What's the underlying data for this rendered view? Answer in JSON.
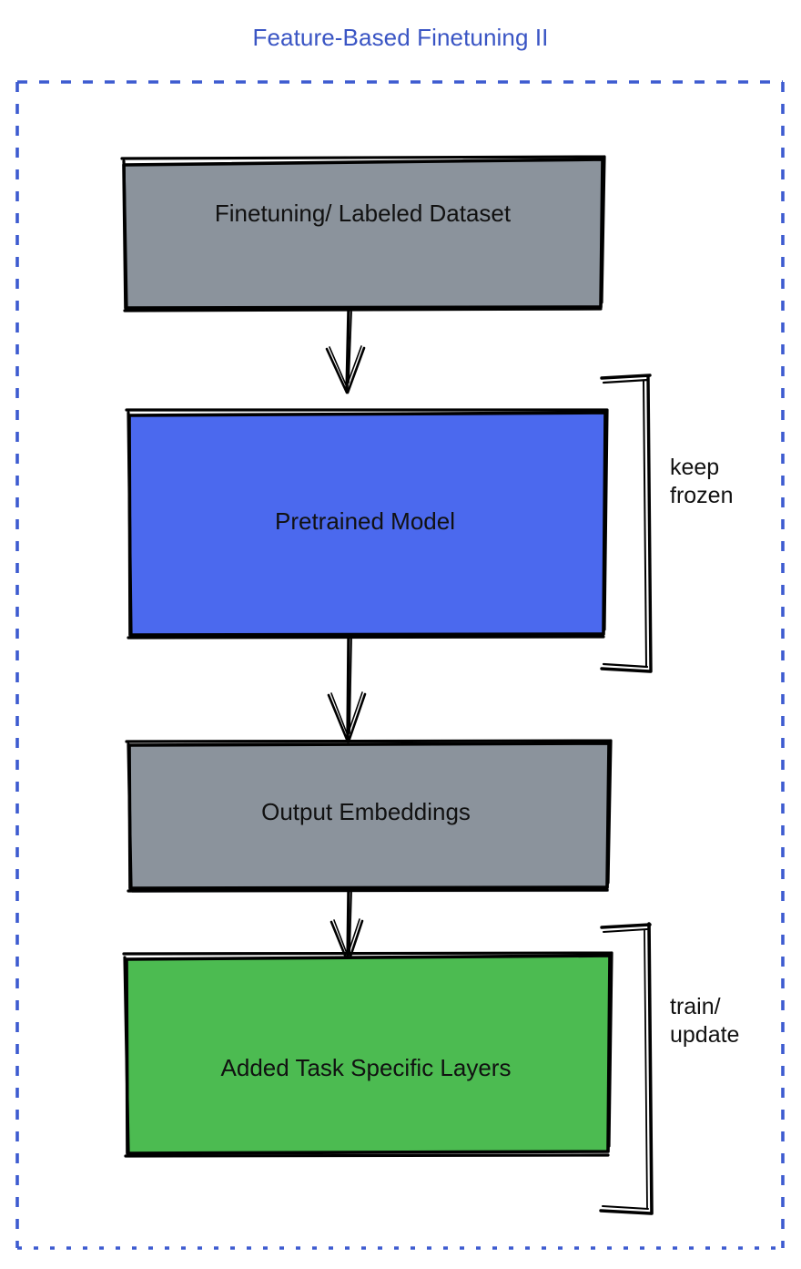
{
  "title": "Feature-Based Finetuning II",
  "colors": {
    "title_blue": "#3a55c4",
    "border_blue": "#3d5bd0",
    "gray_fill": "#8b939c",
    "blue_fill": "#4b69ee",
    "green_fill": "#4cbb51",
    "stroke": "#000000",
    "background": "#ffffff"
  },
  "frame": {
    "style": "dashed",
    "color": "#3d5bd0"
  },
  "nodes": [
    {
      "id": "finetuning-dataset",
      "label": "Finetuning/ Labeled Dataset",
      "fill": "#8b939c"
    },
    {
      "id": "pretrained-model",
      "label": "Pretrained Model",
      "fill": "#4b69ee"
    },
    {
      "id": "output-embeddings",
      "label": "Output Embeddings",
      "fill": "#8b939c"
    },
    {
      "id": "added-task-specific-layers",
      "label": "Added Task Specific Layers",
      "fill": "#4cbb51"
    }
  ],
  "brackets": [
    {
      "id": "keep-frozen",
      "label_line1": "keep",
      "label_line2": "frozen",
      "targets": "pretrained-model"
    },
    {
      "id": "train-update",
      "label_line1": "train/",
      "label_line2": "update",
      "targets": "added-task-specific-layers"
    }
  ],
  "edges": [
    {
      "from": "finetuning-dataset",
      "to": "pretrained-model"
    },
    {
      "from": "pretrained-model",
      "to": "output-embeddings"
    },
    {
      "from": "output-embeddings",
      "to": "added-task-specific-layers"
    }
  ]
}
